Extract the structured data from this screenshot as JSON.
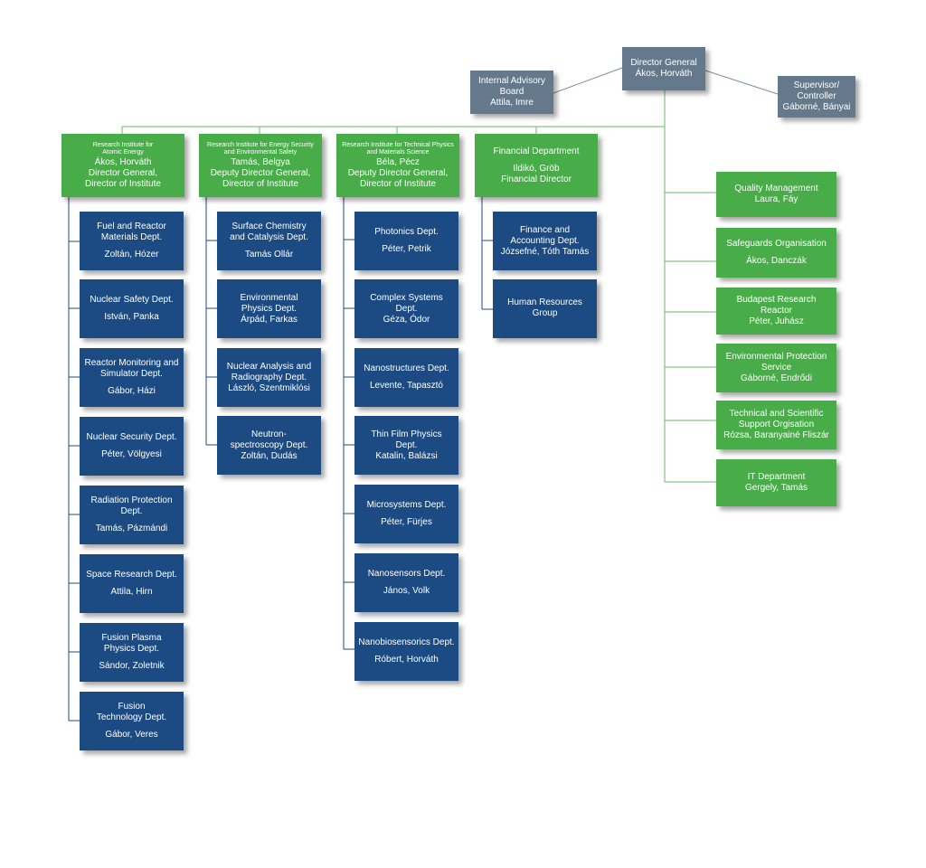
{
  "colors": {
    "grey": "#647a8c",
    "green": "#48ad48",
    "blue": "#1b4b82",
    "line_grey": "#7a8fa5",
    "line_green": "#6ab86a"
  },
  "top": {
    "director": {
      "title": "Director General",
      "name": "Ákos, Horváth"
    },
    "advisory": {
      "title1": "Internal Advisory",
      "title2": "Board",
      "name": "Attila, Imre"
    },
    "supervisor": {
      "title1": "Supervisor/",
      "title2": "Controller",
      "name": "Gáborné, Bányai"
    }
  },
  "institutes": {
    "atomic": {
      "title1": "Research Institute for",
      "title2": "Atomic Energy",
      "name": "Ákos, Horváth",
      "role1": "Director General,",
      "role2": "Director of Institute"
    },
    "energy": {
      "title1": "Research Institute for Energy Security",
      "title2": "and Environmental Safety",
      "name": "Tamás, Belgya",
      "role1": "Deputy Director General,",
      "role2": "Director of Institute"
    },
    "physics": {
      "title1": "Research Institute for Technical Physics",
      "title2": "and Materials Science",
      "name": "Béla, Pécz",
      "role1": "Deputy Director General,",
      "role2": "Director of Institute"
    },
    "financial": {
      "title": "Financial Department",
      "name": "Ildikó, Gröb",
      "role": "Financial Director"
    }
  },
  "atomic_depts": [
    {
      "l1": "Fuel and Reactor",
      "l2": "Materials Dept.",
      "name": "Zoltán, Hózer"
    },
    {
      "l1": "Nuclear Safety Dept.",
      "name": "István, Panka"
    },
    {
      "l1": "Reactor Monitoring and",
      "l2": "Simulator Dept.",
      "name": "Gábor, Házi"
    },
    {
      "l1": "Nuclear Security Dept.",
      "name": "Péter, Völgyesi"
    },
    {
      "l1": "Radiation Protection",
      "l2": "Dept.",
      "name": "Tamás, Pázmándi"
    },
    {
      "l1": "Space Research Dept.",
      "name": "Attila, Hirn"
    },
    {
      "l1": "Fusion Plasma",
      "l2": "Physics Dept.",
      "name": "Sándor, Zoletnik"
    },
    {
      "l1": "Fusion",
      "l2": "Technology Dept.",
      "name": "Gábor, Veres"
    }
  ],
  "energy_depts": [
    {
      "l1": "Surface Chemistry",
      "l2": "and Catalysis Dept.",
      "name": "Tamás Ollár"
    },
    {
      "l1": "Environmental",
      "l2": "Physics Dept.",
      "name": "Árpád, Farkas"
    },
    {
      "l1": "Nuclear Analysis and",
      "l2": "Radiography Dept.",
      "name": "László, Szentmiklósi"
    },
    {
      "l1": "Neutron-",
      "l2": "spectroscopy Dept.",
      "name": "Zoltán, Dudás"
    }
  ],
  "physics_depts": [
    {
      "l1": "Photonics Dept.",
      "name": "Péter, Petrik"
    },
    {
      "l1": "Complex Systems",
      "l2": "Dept.",
      "name": "Géza, Ódor"
    },
    {
      "l1": "Nanostructures Dept.",
      "name": "Levente, Tapasztó"
    },
    {
      "l1": "Thin Film Physics",
      "l2": "Dept.",
      "name": "Katalin, Balázsi"
    },
    {
      "l1": "Microsystems Dept.",
      "name": "Péter, Fürjes"
    },
    {
      "l1": "Nanosensors Dept.",
      "name": "János, Volk"
    },
    {
      "l1": "Nanobiosensorics Dept.",
      "name": "Róbert, Horváth"
    }
  ],
  "financial_depts": [
    {
      "l1": "Finance and",
      "l2": "Accounting Dept.",
      "name": "Józsefné, Tóth Tamás"
    },
    {
      "l1": "Human Resources",
      "l2": "Group"
    }
  ],
  "staff_units": [
    {
      "l1": "Quality Management",
      "name": "Laura, Fáy"
    },
    {
      "l1": "Safeguards Organisation",
      "name": "Ákos, Danczák"
    },
    {
      "l1": "Budapest Research Reactor",
      "name": "Péter, Juhász"
    },
    {
      "l1": "Environmental Protection",
      "l2": "Service",
      "name": "Gáborné, Endrődi"
    },
    {
      "l1": "Technical and Scientific",
      "l2": "Support Orgisation",
      "name": "Rózsa, Baranyainé Fliszár"
    },
    {
      "l1": "IT Department",
      "name": "Gergely, Tamás"
    }
  ]
}
